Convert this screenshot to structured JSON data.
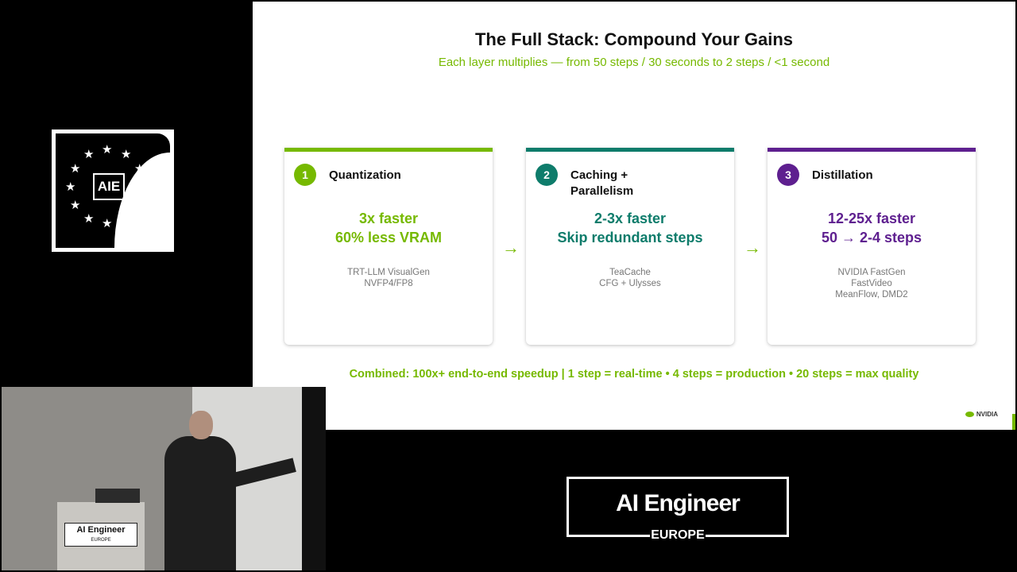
{
  "logo": {
    "badge_text": "AIE"
  },
  "slide": {
    "title": "The Full Stack: Compound Your Gains",
    "subtitle": "Each layer multiplies — from 50 steps / 30 seconds to 2 steps / <1 second",
    "cards": [
      {
        "number": "1",
        "name": "Quantization",
        "metric_line1": "3x faster",
        "metric_line2": "60% less VRAM",
        "detail_line1": "TRT-LLM VisualGen",
        "detail_line2": "NVFP4/FP8",
        "detail_line3": "",
        "color": "#76b900"
      },
      {
        "number": "2",
        "name": "Caching + Parallelism",
        "metric_line1": "2-3x faster",
        "metric_line2": "Skip redundant steps",
        "detail_line1": "TeaCache",
        "detail_line2": "CFG + Ulysses",
        "detail_line3": "",
        "color": "#0e7c6b"
      },
      {
        "number": "3",
        "name": "Distillation",
        "metric_line1": "12-25x faster",
        "metric_line2": "50 → 2-4 steps",
        "detail_line1": "NVIDIA FastGen",
        "detail_line2": "FastVideo",
        "detail_line3": "MeanFlow, DMD2",
        "color": "#5e1f8f"
      }
    ],
    "arrow": "→",
    "combined": "Combined: 100x+ end-to-end speedup  |  1 step = real-time  •  4 steps = production  •  20 steps = max quality",
    "brand": "NVIDIA"
  },
  "video": {
    "podium_line1": "AI Engineer",
    "podium_line2": "EUROPE"
  },
  "event_logo": {
    "main": "AI Engineer",
    "sub": "EUROPE"
  }
}
